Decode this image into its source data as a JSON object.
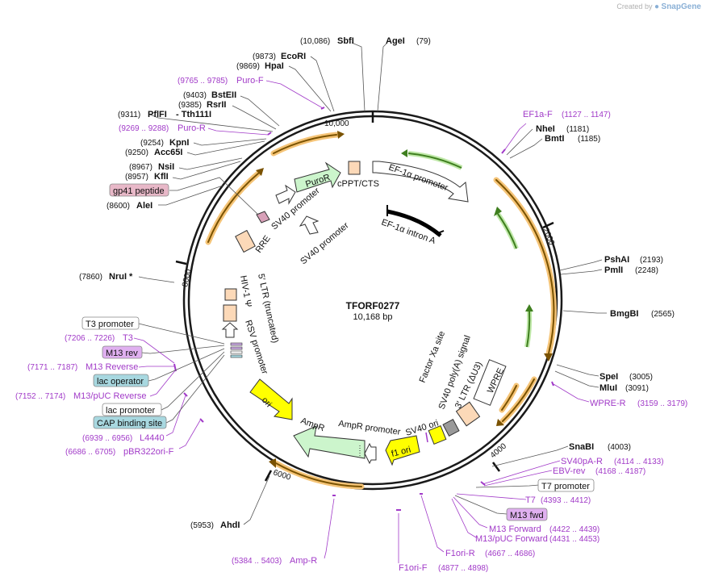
{
  "credit": {
    "prefix": "Created by",
    "brand": "SnapGene"
  },
  "plasmid": {
    "name": "TFORF0277",
    "size": "10,168 bp"
  },
  "ticks": [
    "10,000",
    "2000",
    "4000",
    "6000",
    "8000"
  ],
  "sites": [
    {
      "pos": "(10,086)",
      "name": "SbfI"
    },
    {
      "pos": "(79)",
      "name": "AgeI"
    },
    {
      "pos": "(9873)",
      "name": "EcoRI"
    },
    {
      "pos": "(9869)",
      "name": "HpaI"
    },
    {
      "pos": "(9403)",
      "name": "BstEII"
    },
    {
      "pos": "(9385)",
      "name": "RsrII"
    },
    {
      "pos": "(9311)",
      "name": "PflFI"
    },
    {
      "pos": "",
      "name": "- Tth111I"
    },
    {
      "pos": "(9254)",
      "name": "KpnI"
    },
    {
      "pos": "(9250)",
      "name": "Acc65I"
    },
    {
      "pos": "(8967)",
      "name": "NsiI"
    },
    {
      "pos": "(8957)",
      "name": "KflI"
    },
    {
      "pos": "(8600)",
      "name": "AleI"
    },
    {
      "pos": "(7860)",
      "name": "NruI *"
    },
    {
      "pos": "(1181)",
      "name": "NheI"
    },
    {
      "pos": "(1185)",
      "name": "BmtI"
    },
    {
      "pos": "(2193)",
      "name": "PshAI"
    },
    {
      "pos": "(2248)",
      "name": "PmlI"
    },
    {
      "pos": "(2565)",
      "name": "BmgBI"
    },
    {
      "pos": "(3005)",
      "name": "SpeI"
    },
    {
      "pos": "(3091)",
      "name": "MluI"
    },
    {
      "pos": "(4003)",
      "name": "SnaBI"
    },
    {
      "pos": "(5953)",
      "name": "AhdI"
    }
  ],
  "primers": [
    {
      "pos": "(9765 .. 9785)",
      "name": "Puro-F"
    },
    {
      "pos": "(9269 .. 9288)",
      "name": "Puro-R"
    },
    {
      "pos": "(1127 .. 1147)",
      "name": "EF1a-F"
    },
    {
      "pos": "(3159 .. 3179)",
      "name": "WPRE-R"
    },
    {
      "pos": "(4114 .. 4133)",
      "name": "SV40pA-R"
    },
    {
      "pos": "(4168 .. 4187)",
      "name": "EBV-rev"
    },
    {
      "pos": "(4393 .. 4412)",
      "name": "T7"
    },
    {
      "pos": "(4422 .. 4439)",
      "name": "M13 Forward"
    },
    {
      "pos": "(4431 .. 4453)",
      "name": "M13/pUC Forward"
    },
    {
      "pos": "(4667 .. 4686)",
      "name": "F1ori-R"
    },
    {
      "pos": "(4877 .. 4898)",
      "name": "F1ori-F"
    },
    {
      "pos": "(5384 .. 5403)",
      "name": "Amp-R"
    },
    {
      "pos": "(6686 .. 6705)",
      "name": "pBR322ori-F"
    },
    {
      "pos": "(6939 .. 6956)",
      "name": "L4440"
    },
    {
      "pos": "(7152 .. 7174)",
      "name": "M13/pUC Reverse"
    },
    {
      "pos": "(7171 .. 7187)",
      "name": "M13 Reverse"
    },
    {
      "pos": "(7206 .. 7226)",
      "name": "T3"
    }
  ],
  "boxes": [
    {
      "label": "gp41 peptide"
    },
    {
      "label": "T3 promoter"
    },
    {
      "label": "M13 rev"
    },
    {
      "label": "lac operator"
    },
    {
      "label": "lac promoter"
    },
    {
      "label": "CAP binding site"
    },
    {
      "label": "T7 promoter"
    },
    {
      "label": "M13 fwd"
    }
  ],
  "features": [
    {
      "label": "cPPT/CTS"
    },
    {
      "label": "PuroR"
    },
    {
      "label": "EF-1α promoter"
    },
    {
      "label": "SV40 promoter"
    },
    {
      "label": "SV40 promoter"
    },
    {
      "label": "EF-1α intron A"
    },
    {
      "label": "RRE"
    },
    {
      "label": "HIV-1 Ψ"
    },
    {
      "label": "5′ LTR (truncated)"
    },
    {
      "label": "RSV promoter"
    },
    {
      "label": "ori"
    },
    {
      "label": "AmpR"
    },
    {
      "label": "AmpR promoter"
    },
    {
      "label": "SV40 ori"
    },
    {
      "label": "f1 ori"
    },
    {
      "label": "Factor Xa site"
    },
    {
      "label": "SV40 poly(A) signal"
    },
    {
      "label": "3′ LTR (ΔU3)"
    },
    {
      "label": "WPRE"
    }
  ],
  "colors": {
    "backbone": "#1a1a1a",
    "primer": "#a13ac8",
    "orf": "#f5a623",
    "green_arrow": "#5aa02c",
    "feature_yellow": "#ffff00",
    "feature_green": "#ccf5cc",
    "feature_peach": "#fcd9b8",
    "box_teal": "#a8d8e0",
    "box_purple": "#e0b0f0",
    "box_pink": "#e8b8c8"
  }
}
